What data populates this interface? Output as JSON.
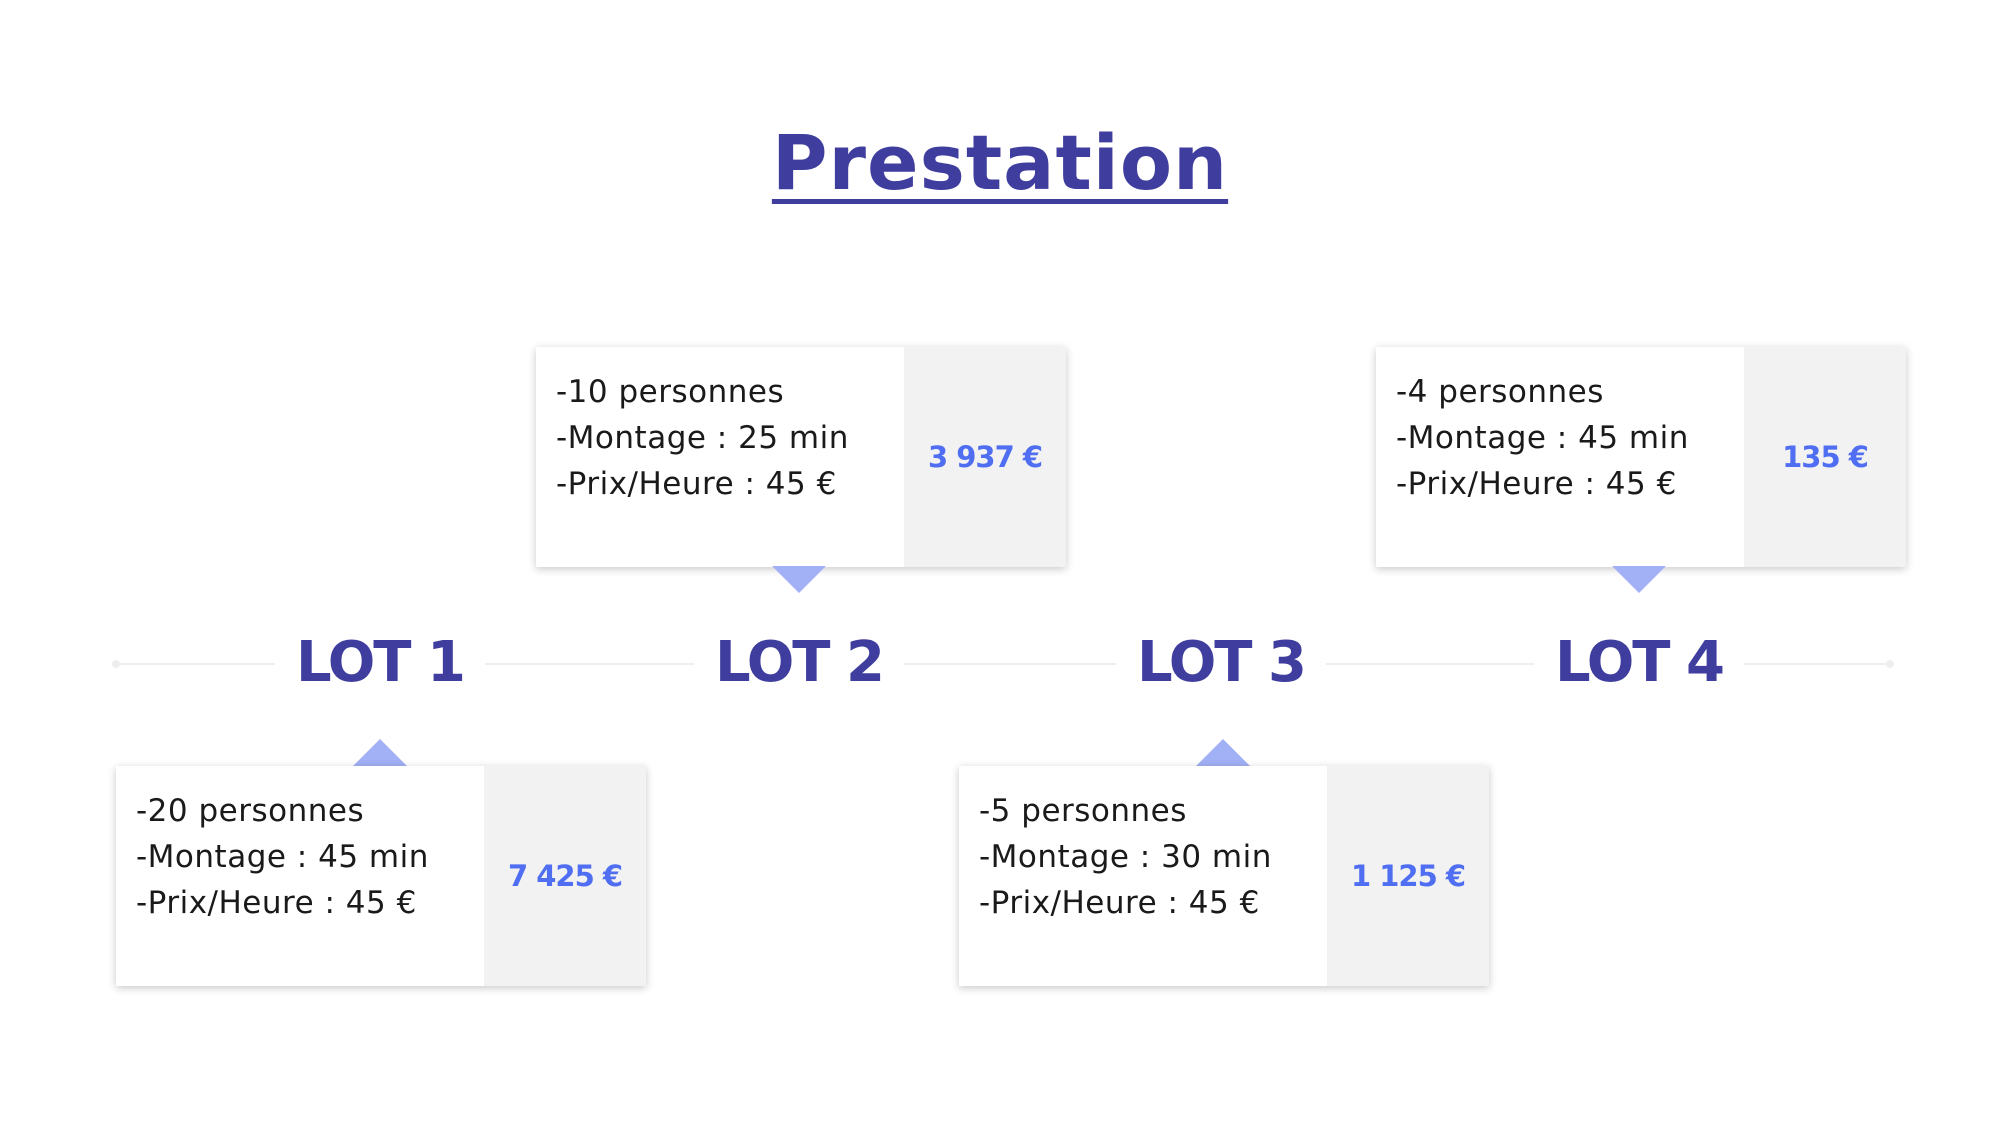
{
  "title": "Prestation",
  "colors": {
    "title": "#3f3d9e",
    "lot_label": "#3f3d9e",
    "price": "#4f6ef2",
    "arrow": "#a2b0f5",
    "price_bg": "#f2f2f2",
    "timeline": "#eeeeee"
  },
  "lots": [
    {
      "label": "LOT 1",
      "personnes": "-20 personnes",
      "montage": "-Montage : 45 min",
      "prix_heure": "-Prix/Heure : 45 €",
      "total": "7 425 €"
    },
    {
      "label": "LOT 2",
      "personnes": "-10 personnes",
      "montage": "-Montage : 25 min",
      "prix_heure": "-Prix/Heure : 45 €",
      "total": "3 937 €"
    },
    {
      "label": "LOT 3",
      "personnes": "-5 personnes",
      "montage": "-Montage : 30 min",
      "prix_heure": "-Prix/Heure : 45 €",
      "total": "1 125 €"
    },
    {
      "label": "LOT 4",
      "personnes": "-4 personnes",
      "montage": "-Montage : 45 min",
      "prix_heure": "-Prix/Heure : 45 €",
      "total": "135 €"
    }
  ]
}
